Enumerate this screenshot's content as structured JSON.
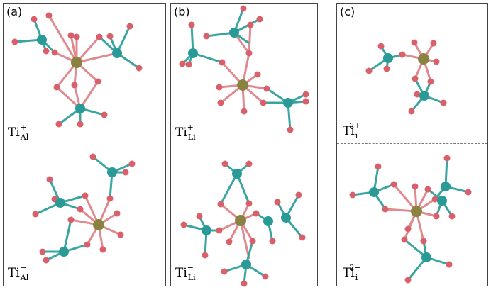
{
  "panels": [
    {
      "label": "(a)",
      "top": {
        "base": "Ti",
        "sup": "+",
        "sub": "Al"
      },
      "bottom": {
        "base": "Ti",
        "sup": "−",
        "sub": "Al"
      }
    },
    {
      "label": "(b)",
      "top": {
        "base": "Ti",
        "sup": "+",
        "sub": "Li"
      },
      "bottom": {
        "base": "Ti",
        "sup": "−",
        "sub": "Li"
      }
    },
    {
      "label": "(c)",
      "top": {
        "base": "Ti",
        "sup": "2+",
        "sub": "i"
      },
      "bottom": {
        "base": "Ti",
        "sup": "2−",
        "sub": "i"
      }
    }
  ],
  "colors": {
    "oxygen": "#d9606a",
    "teal": "#2a9a96",
    "titanium": "#8a8240",
    "bond_o": "#e08a8f",
    "bond_t": "#3aa5a0"
  }
}
